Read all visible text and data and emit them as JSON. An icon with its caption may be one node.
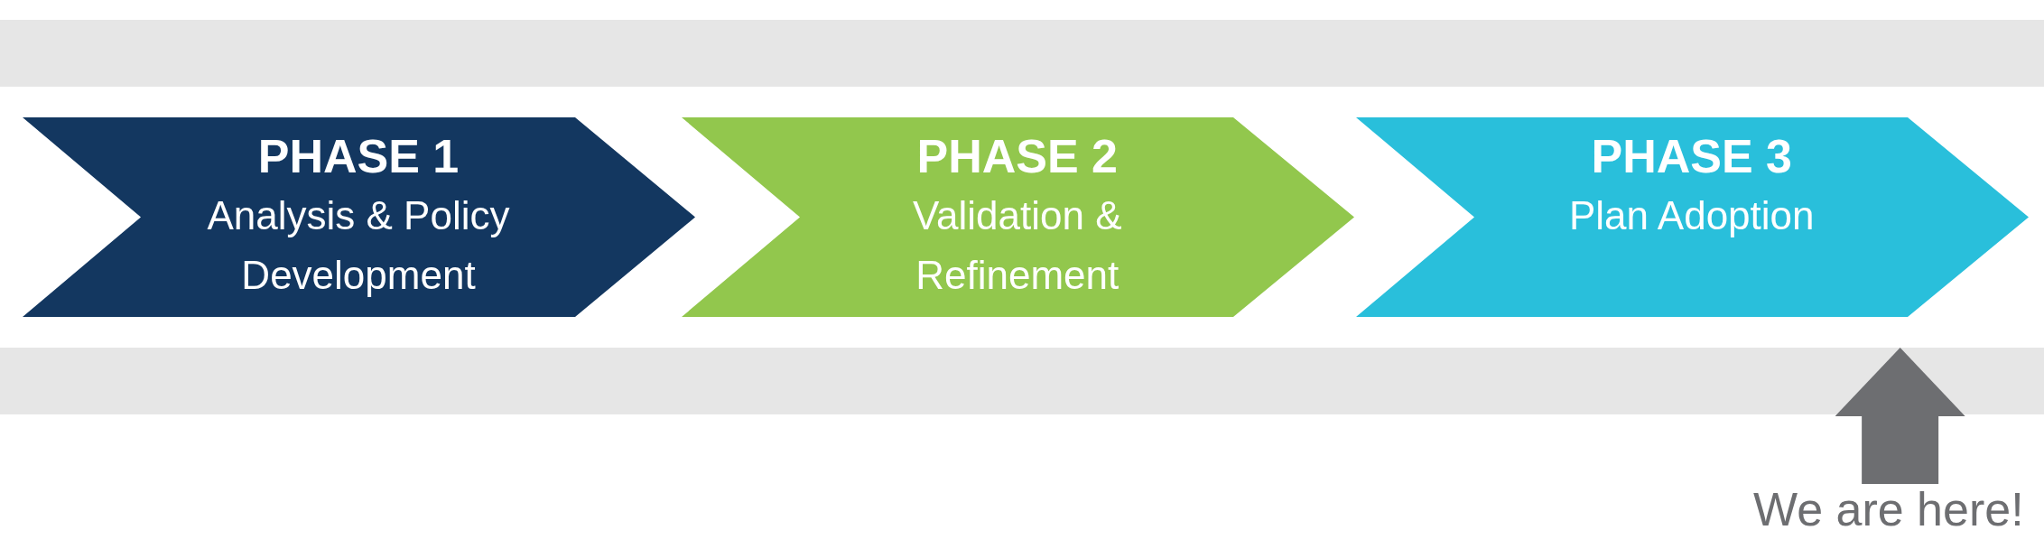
{
  "diagram": {
    "nodes": [
      {
        "text": [],
        "shape": "bar"
      },
      {
        "text": [
          "PHASE 1",
          "Analysis & Policy Development"
        ]
      },
      {
        "text": [
          "PHASE 2",
          "Validation & Refinement"
        ]
      },
      {
        "text": [
          "PHASE 3",
          "Plan Adoption"
        ]
      },
      {
        "text": [],
        "shape": "bar"
      },
      {
        "text": [
          "We are here!"
        ]
      }
    ],
    "edges": [
      {
        "from": 5,
        "to": 4,
        "arrow": "to"
      }
    ]
  }
}
